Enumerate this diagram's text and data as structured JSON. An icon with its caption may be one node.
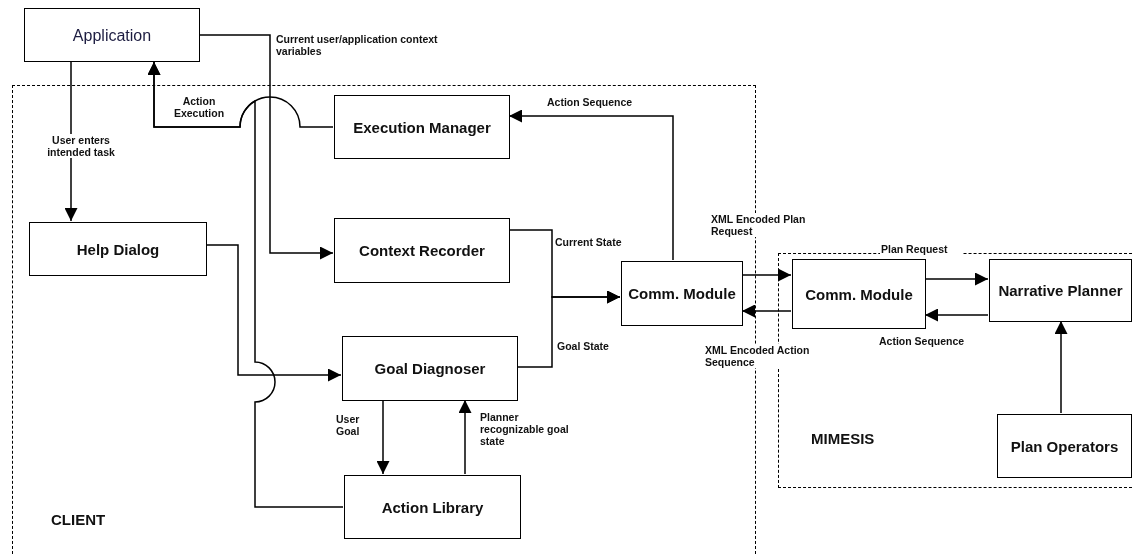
{
  "diagram": {
    "nodes": [
      {
        "text": [
          "Application"
        ]
      },
      {
        "text": [
          "CLIENT"
        ]
      },
      {
        "text": [
          "Execution Manager"
        ],
        "in": 1
      },
      {
        "text": [
          "Context Recorder"
        ],
        "in": 1
      },
      {
        "text": [
          "Help Dialog"
        ],
        "in": 1
      },
      {
        "text": [
          "Goal Diagnoser"
        ],
        "in": 1
      },
      {
        "text": [
          "Action Library"
        ],
        "in": 1
      },
      {
        "text": [
          "Comm. Module"
        ],
        "in": 1
      },
      {
        "text": [
          "MIMESIS"
        ]
      },
      {
        "text": [
          "Comm. Module"
        ],
        "in": 8
      },
      {
        "text": [
          "Narrative Planner"
        ],
        "in": 8
      },
      {
        "text": [
          "Plan Operators"
        ],
        "in": 8
      }
    ],
    "edges": [
      {
        "from": 0,
        "to": 4,
        "arrow": "to",
        "label": "User enters intended task"
      },
      {
        "from": 2,
        "to": 0,
        "arrow": "to",
        "label": "Action Execution"
      },
      {
        "from": 6,
        "to": 0,
        "arrow": "to"
      },
      {
        "from": 0,
        "to": 3,
        "arrow": "to",
        "label": "Current user/application context variables"
      },
      {
        "from": 4,
        "to": 5,
        "arrow": "to"
      },
      {
        "from": 5,
        "to": 6,
        "arrow": "to",
        "label": "User Goal"
      },
      {
        "from": 6,
        "to": 5,
        "arrow": "to",
        "label": "Planner recognizable goal state"
      },
      {
        "from": 3,
        "to": 7,
        "arrow": "to",
        "label": "Current State"
      },
      {
        "from": 5,
        "to": 7,
        "arrow": "to",
        "label": "Goal State"
      },
      {
        "from": 7,
        "to": 2,
        "arrow": "to",
        "label": "Action Sequence"
      },
      {
        "from": 7,
        "to": 9,
        "arrow": "to",
        "label": "XML Encoded Plan Request"
      },
      {
        "from": 9,
        "to": 7,
        "arrow": "to",
        "label": "XML Encoded Action Sequence"
      },
      {
        "from": 9,
        "to": 10,
        "arrow": "to",
        "label": "Plan Request"
      },
      {
        "from": 10,
        "to": 9,
        "arrow": "to",
        "label": "Action Sequence"
      },
      {
        "from": 11,
        "to": 10,
        "arrow": "to"
      }
    ]
  }
}
